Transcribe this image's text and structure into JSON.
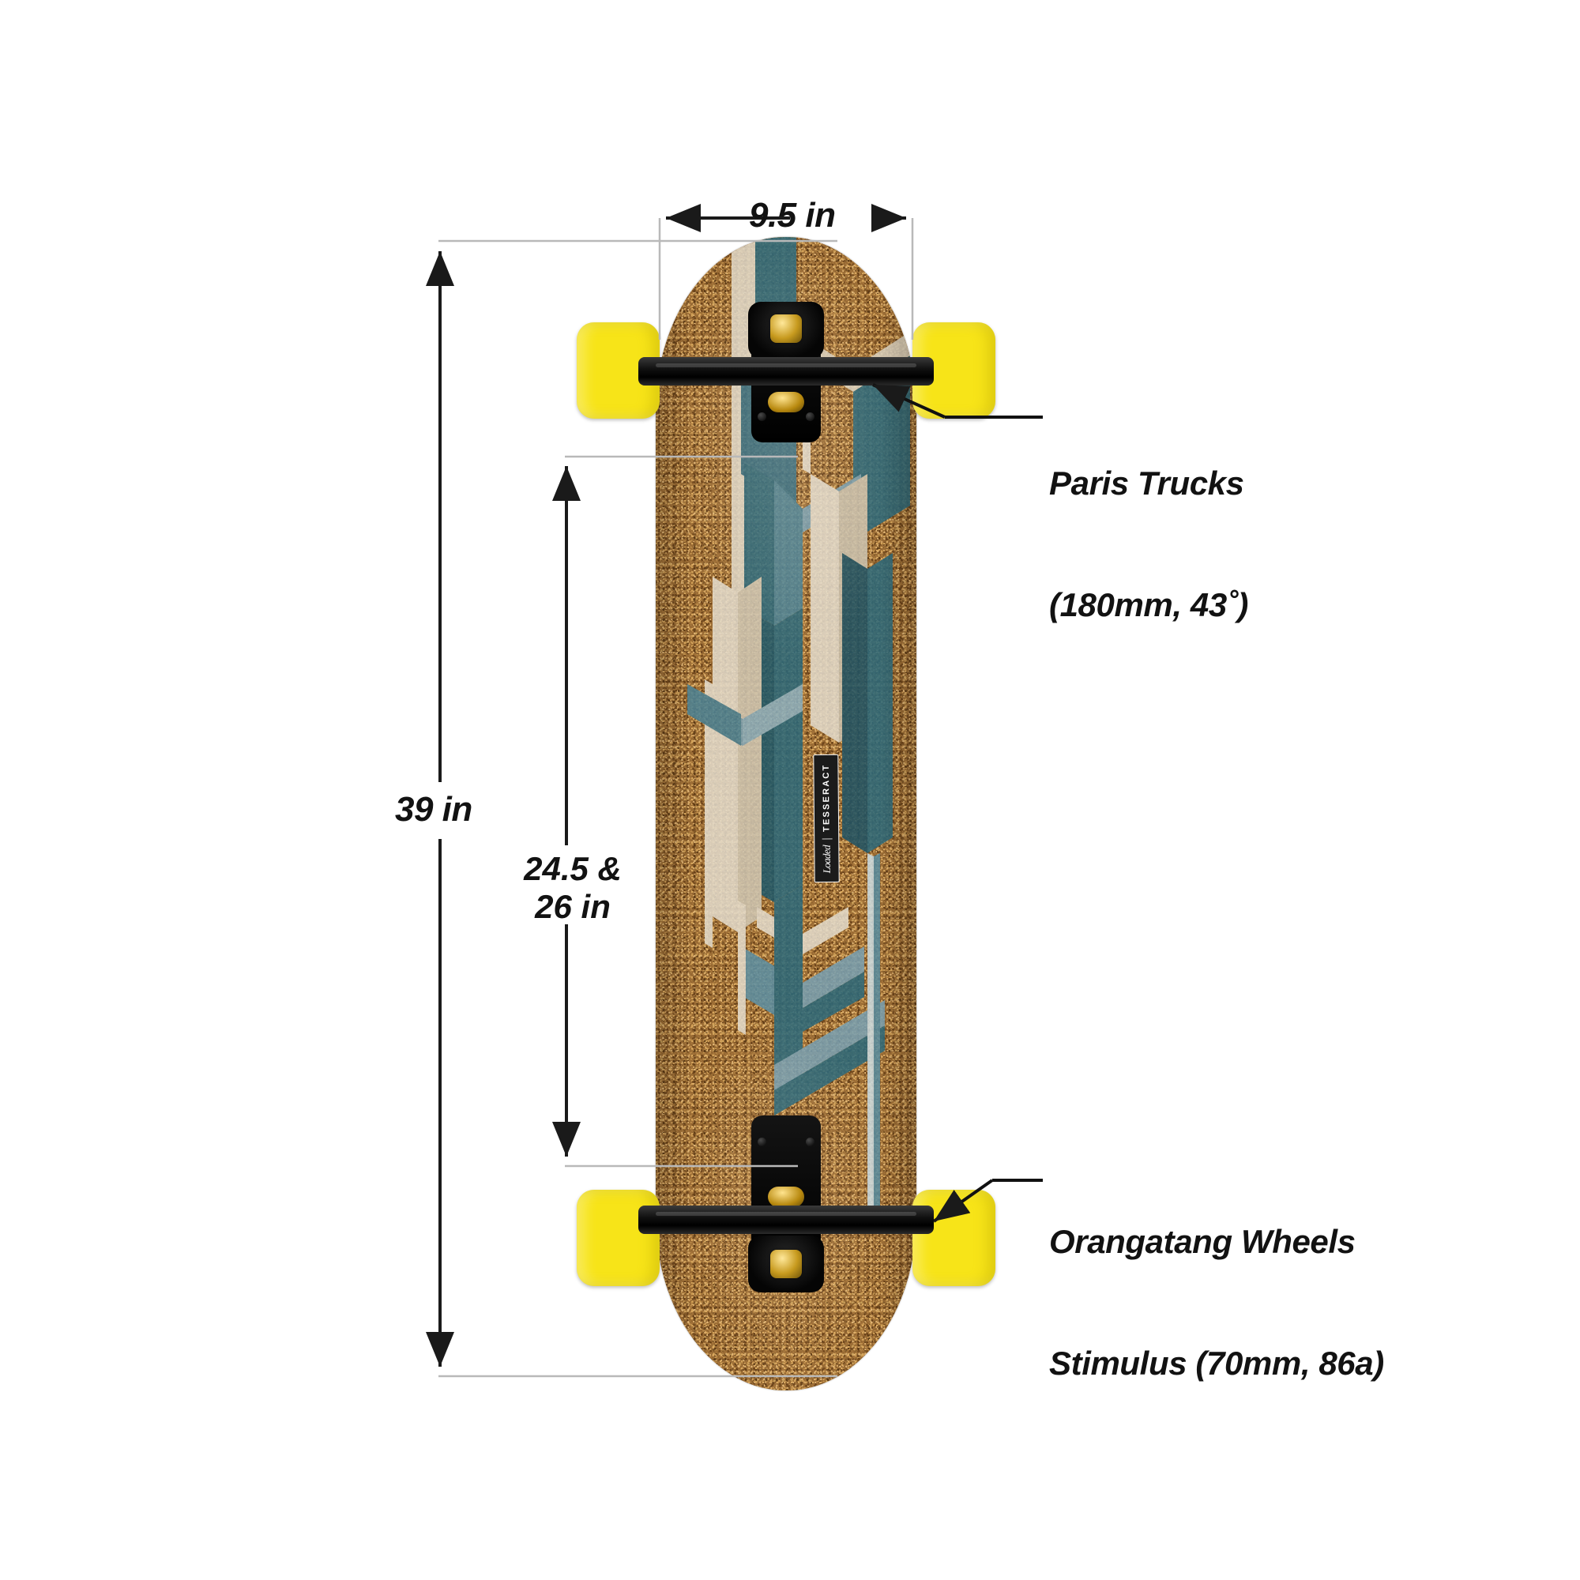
{
  "product": {
    "brand": "Loaded",
    "model": "TESSERACT",
    "deck_tag_separator": "|"
  },
  "dimensions": {
    "length": "39 in",
    "width": "9.5 in",
    "wheelbase": "24.5 &\n26 in",
    "wheelbase_line1": "24.5 &",
    "wheelbase_line2": "26 in"
  },
  "callouts": [
    {
      "id": "trucks",
      "line1": "Paris Trucks",
      "line2": "(180mm, 43˚)",
      "text": "Paris Trucks\n(180mm, 43˚)"
    },
    {
      "id": "wheels",
      "line1": "Orangatang Wheels",
      "line2": "Stimulus (70mm, 86a)",
      "text": "Orangatang Wheels\nStimulus (70mm, 86a)"
    }
  ],
  "colors": {
    "background": "#ffffff",
    "text": "#121212",
    "dimension_line": "#1a1a1a",
    "extension_line": "#b9b9b9",
    "cork_brown": "#9c6c33",
    "deck_teal": "#2d6b7d",
    "deck_light_blue": "#7ba3b5",
    "deck_cream": "#e8e0d0",
    "wheel_yellow": "#f7e418",
    "truck_black": "#101010",
    "kingpin_gold": "#c79a1e"
  },
  "graphic": {
    "pattern_name": "isometric-impossible-cube",
    "deck_shape": "twin-rounded-dancer"
  }
}
